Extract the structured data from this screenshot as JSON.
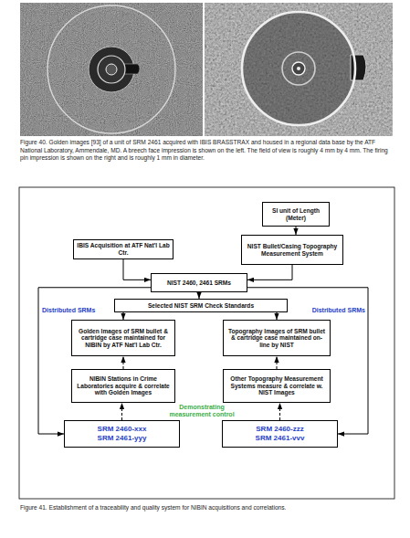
{
  "diagram": {
    "caption": "Figure 41. Establishment of a traceability and quality system for NIBIN acquisitions and correlations.",
    "nodes": [
      {
        "text": [
          "SI unit of Length (Meter)"
        ]
      },
      {
        "text": [
          "IBIS Acquisition at ATF Nat'l Lab Ctr."
        ]
      },
      {
        "text": [
          "NIST Bullet/Casing Topography Measurement System"
        ]
      },
      {
        "text": [
          "NIST 2460, 2461 SRMs"
        ]
      },
      {
        "text": [
          "Selected NIST SRM Check Standards"
        ]
      },
      {
        "text": [
          "Golden Images of SRM bullet & cartridge case maintained for NIBIN by ATF Nat'l Lab Ctr."
        ]
      },
      {
        "text": [
          "Topography Images of SRM bullet & cartridge case maintained on-line by NIST"
        ]
      },
      {
        "text": [
          "NIBIN Stations in Crime Laboratories acquire & correlate with Golden Images"
        ]
      },
      {
        "text": [
          "Other Topography Measurement Systems measure & correlate w. NIST Images"
        ]
      },
      {
        "text": [
          "SRM 2460-xxx",
          "SRM 2461-yyy"
        ]
      },
      {
        "text": [
          "SRM 2460-zzz",
          "SRM 2461-vvv"
        ]
      }
    ],
    "edges": [
      {
        "from": 0,
        "to": 2,
        "arrow": "to"
      },
      {
        "from": 1,
        "to": 3,
        "arrow": "to"
      },
      {
        "from": 2,
        "to": 3,
        "arrow": "to"
      },
      {
        "from": 3,
        "to": 4,
        "arrow": "to"
      },
      {
        "from": 4,
        "to": 5,
        "arrow": "to"
      },
      {
        "from": 4,
        "to": 6,
        "arrow": "to"
      },
      {
        "from": 7,
        "to": 5,
        "arrow": "to"
      },
      {
        "from": 8,
        "to": 6,
        "arrow": "to"
      },
      {
        "from": 9,
        "to": 7,
        "arrow": "to"
      },
      {
        "from": 10,
        "to": 8,
        "arrow": "to"
      },
      {
        "from": 3,
        "to": 9,
        "arrow": "to",
        "label": "Distributed SRMs"
      },
      {
        "from": 3,
        "to": 10,
        "arrow": "to",
        "label": "Distributed SRMs"
      }
    ],
    "labels": [
      "Figure 40. Golden images [93] of a unit of SRM 2461 acquired with IBIS BRASSTRAX and housed in a regional data base by the ATF National Laboratory, Ammendale, MD. A breech face impression is shown on the left. The field of view is roughly 4 mm by 4 mm. The firing pin impression is shown on the right and is roughly 1 mm in diameter.",
      "Demonstrating measurement control"
    ]
  }
}
